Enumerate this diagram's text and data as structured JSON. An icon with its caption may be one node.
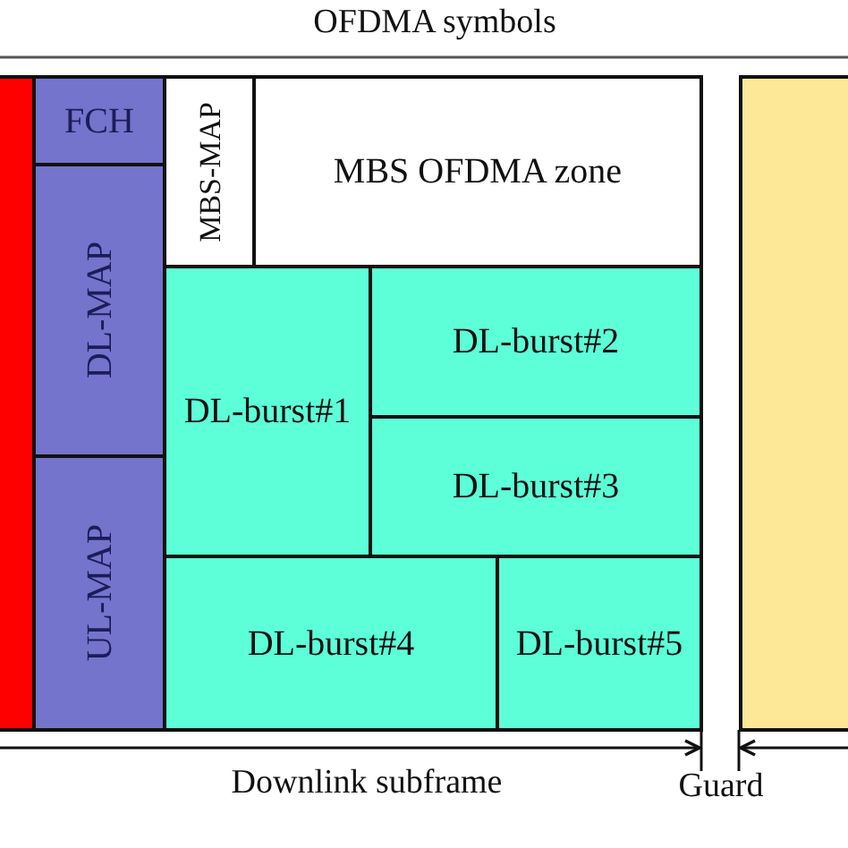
{
  "diagram": {
    "nodes": [
      {
        "text": [],
        "shape": "bar"
      },
      {
        "text": [
          "FCH"
        ]
      },
      {
        "text": [
          "DL-MAP"
        ]
      },
      {
        "text": [
          "UL-MAP"
        ]
      },
      {
        "text": [
          "MBS-MAP"
        ]
      },
      {
        "text": [
          "MBS OFDMA zone"
        ]
      },
      {
        "text": [
          "DL-burst#1"
        ]
      },
      {
        "text": [
          "DL-burst#2"
        ]
      },
      {
        "text": [
          "DL-burst#3"
        ]
      },
      {
        "text": [
          "DL-burst#4"
        ]
      },
      {
        "text": [
          "DL-burst#5"
        ]
      },
      {
        "text": [],
        "shape": "box"
      }
    ],
    "labels": [
      "OFDMA symbols",
      "Downlink subframe",
      "Guard"
    ]
  }
}
